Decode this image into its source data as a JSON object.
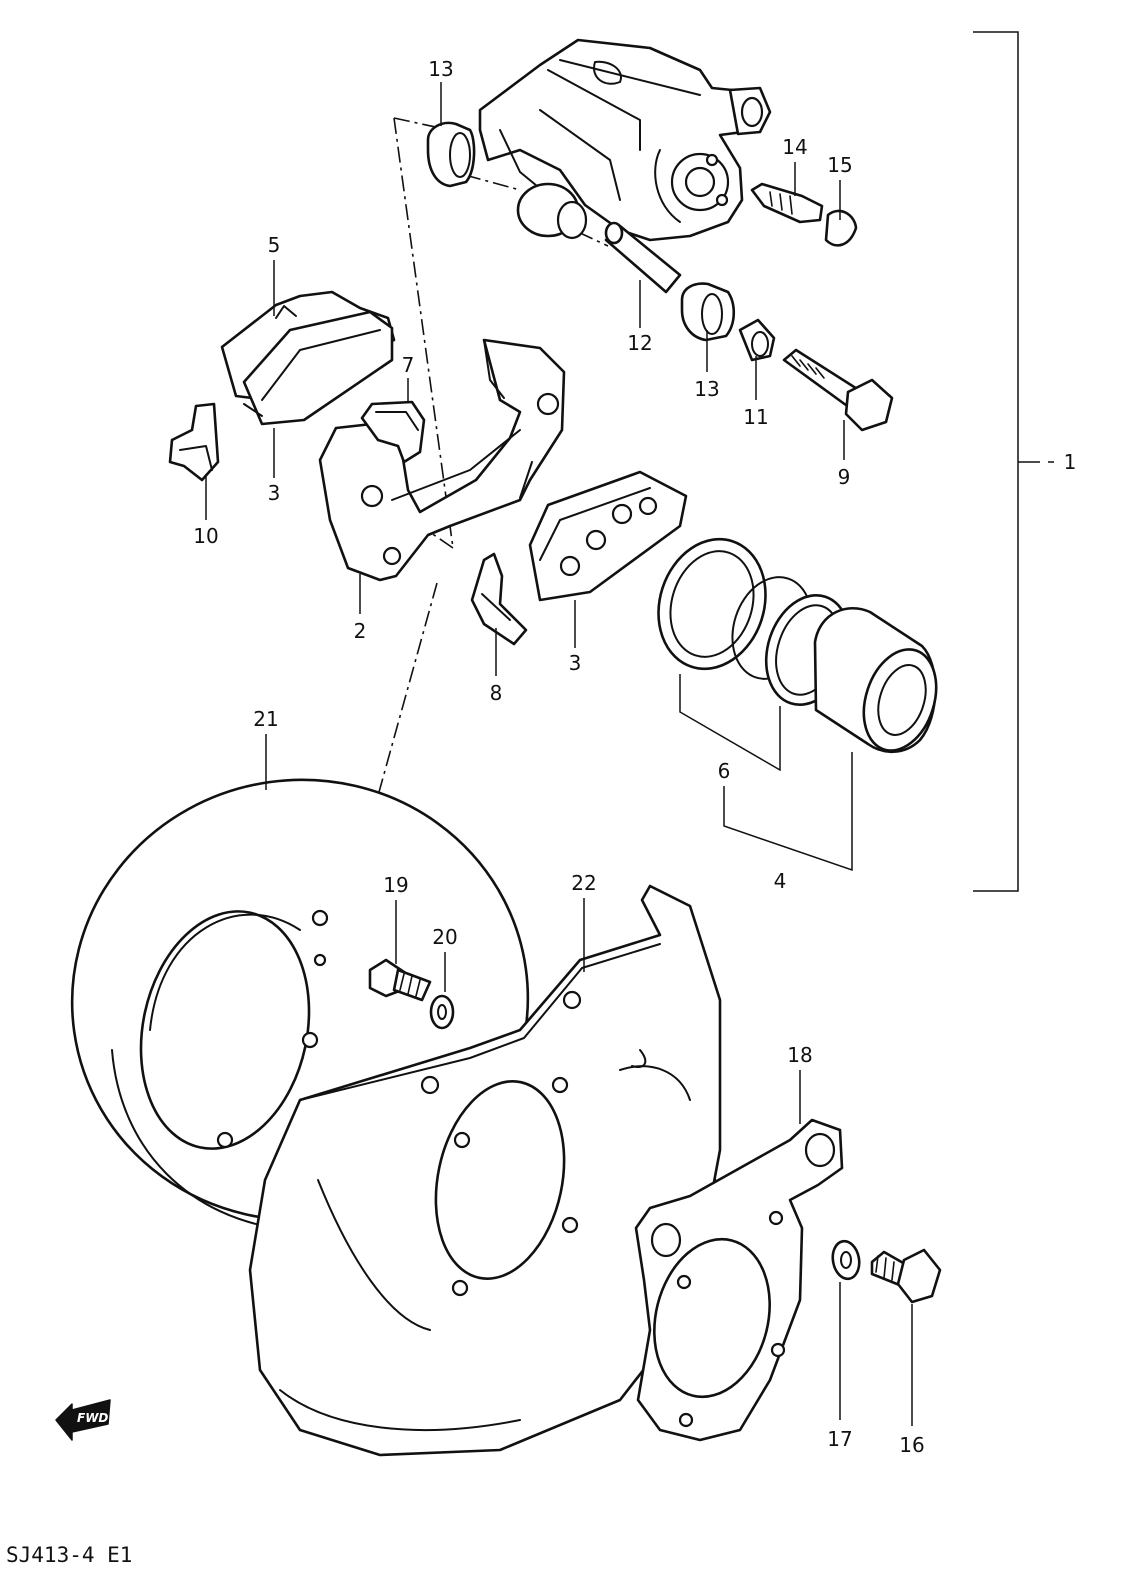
{
  "diagram": {
    "footer_code": "SJ413-4 E1",
    "direction_badge": "FWD",
    "direction_icon": "fwd-arrow-icon",
    "callouts": [
      {
        "id": "c1",
        "label": "1"
      },
      {
        "id": "c2",
        "label": "2"
      },
      {
        "id": "c3a",
        "label": "3"
      },
      {
        "id": "c3b",
        "label": "3"
      },
      {
        "id": "c4",
        "label": "4"
      },
      {
        "id": "c5",
        "label": "5"
      },
      {
        "id": "c6",
        "label": "6"
      },
      {
        "id": "c7",
        "label": "7"
      },
      {
        "id": "c8",
        "label": "8"
      },
      {
        "id": "c9",
        "label": "9"
      },
      {
        "id": "c10",
        "label": "10"
      },
      {
        "id": "c11",
        "label": "11"
      },
      {
        "id": "c12",
        "label": "12"
      },
      {
        "id": "c13a",
        "label": "13"
      },
      {
        "id": "c13b",
        "label": "13"
      },
      {
        "id": "c14",
        "label": "14"
      },
      {
        "id": "c15",
        "label": "15"
      },
      {
        "id": "c16",
        "label": "16"
      },
      {
        "id": "c17",
        "label": "17"
      },
      {
        "id": "c18",
        "label": "18"
      },
      {
        "id": "c19",
        "label": "19"
      },
      {
        "id": "c20",
        "label": "20"
      },
      {
        "id": "c21",
        "label": "21"
      },
      {
        "id": "c22",
        "label": "22"
      }
    ]
  }
}
